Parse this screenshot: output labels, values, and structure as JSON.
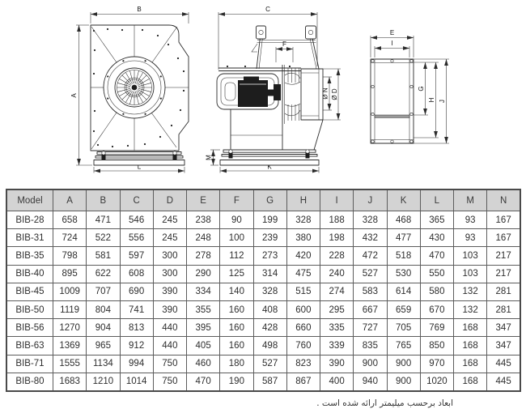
{
  "drawing": {
    "front_view": {
      "labels": {
        "a": "A",
        "b": "B",
        "l": "L"
      }
    },
    "side_view": {
      "labels": {
        "c": "C",
        "f": "F",
        "phi_n": "Ø N",
        "phi_d": "Ø D",
        "m": "M",
        "k": "K"
      }
    },
    "outlet_view": {
      "labels": {
        "e": "E",
        "i": "I",
        "g": "G",
        "h": "H",
        "j": "J"
      }
    }
  },
  "table": {
    "columns": [
      "Model",
      "A",
      "B",
      "C",
      "D",
      "E",
      "F",
      "G",
      "H",
      "I",
      "J",
      "K",
      "L",
      "M",
      "N"
    ],
    "rows": [
      [
        "BIB-28",
        658,
        471,
        546,
        245,
        238,
        90,
        199,
        328,
        188,
        328,
        468,
        365,
        93,
        167
      ],
      [
        "BIB-31",
        724,
        522,
        556,
        245,
        248,
        100,
        239,
        380,
        198,
        432,
        477,
        430,
        93,
        167
      ],
      [
        "BIB-35",
        798,
        581,
        597,
        300,
        278,
        112,
        273,
        420,
        228,
        472,
        518,
        470,
        103,
        217
      ],
      [
        "BIB-40",
        895,
        622,
        608,
        300,
        290,
        125,
        314,
        475,
        240,
        527,
        530,
        550,
        103,
        217
      ],
      [
        "BIB-45",
        1009,
        707,
        690,
        390,
        334,
        140,
        328,
        515,
        274,
        583,
        614,
        580,
        132,
        281
      ],
      [
        "BIB-50",
        1119,
        804,
        741,
        390,
        355,
        160,
        408,
        600,
        295,
        667,
        659,
        670,
        132,
        281
      ],
      [
        "BIB-56",
        1270,
        904,
        813,
        440,
        395,
        160,
        428,
        660,
        335,
        727,
        705,
        769,
        168,
        347
      ],
      [
        "BIB-63",
        1369,
        965,
        912,
        440,
        405,
        160,
        498,
        760,
        339,
        835,
        765,
        850,
        168,
        347
      ],
      [
        "BIB-71",
        1555,
        1134,
        994,
        750,
        460,
        180,
        527,
        823,
        390,
        900,
        900,
        970,
        168,
        445
      ],
      [
        "BIB-80",
        1683,
        1210,
        1014,
        750,
        470,
        190,
        587,
        867,
        400,
        940,
        900,
        1020,
        168,
        445
      ]
    ]
  },
  "footer": {
    "note": "ابعاد برحسب میلیمتر ارائه شده است ."
  },
  "colors": {
    "header_bg": "#d3d3d3",
    "line": "#2b2b2b",
    "table_border": "#5c5c5c",
    "divider_fill": "#9a9a9a"
  }
}
